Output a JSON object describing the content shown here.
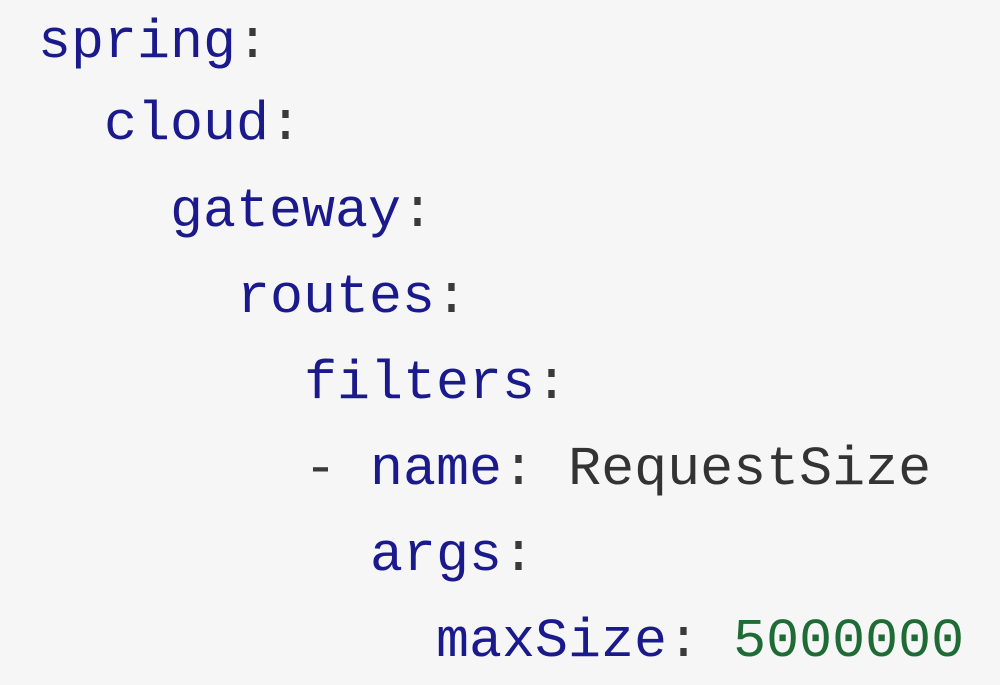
{
  "code": {
    "lines": [
      {
        "key": "spring",
        "sep": ":"
      },
      {
        "key": "cloud",
        "sep": ":"
      },
      {
        "key": "gateway",
        "sep": ":"
      },
      {
        "key": "routes",
        "sep": ":"
      },
      {
        "key": "filters",
        "sep": ":"
      },
      {
        "dash": "- ",
        "key": "name",
        "sep": ": ",
        "value": "RequestSize"
      },
      {
        "key": "args",
        "sep": ":"
      },
      {
        "key": "maxSize",
        "sep": ": ",
        "value": "5000000"
      }
    ]
  },
  "colors": {
    "background": "#f6f6f6",
    "key": "#1a1a8c",
    "string": "#333333",
    "number": "#1f6b35"
  }
}
